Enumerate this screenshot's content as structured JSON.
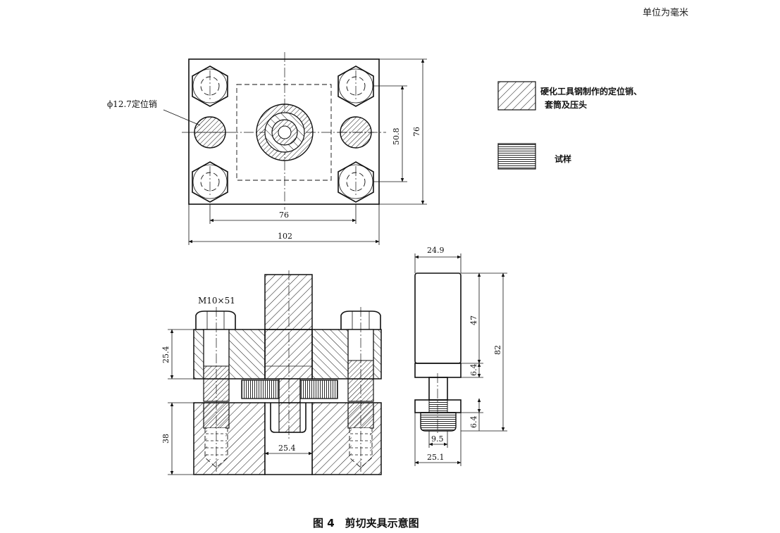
{
  "unit_note": "单位为毫米",
  "caption": "图 4　剪切夹具示意图",
  "legend": {
    "hardened": {
      "line1": "硬化工具钢制作的定位销、",
      "line2": "套筒及压头"
    },
    "specimen": "试样"
  },
  "labels": {
    "pin": "ϕ12.7定位销",
    "bolt": "M10×51"
  },
  "top_view_dims": {
    "hole_spacing_w": "76",
    "overall_w": "102",
    "inner_h": "50.8",
    "overall_h": "76"
  },
  "front_view_dims": {
    "upper_block": "25.4",
    "lower_block": "38",
    "slot": "25.4"
  },
  "side_view_dims": {
    "head_w": "24.9",
    "head_h": "47",
    "collar": "6.4",
    "total_h": "82",
    "foot": "6.4",
    "pin_w": "9.5",
    "base_w": "25.1"
  }
}
